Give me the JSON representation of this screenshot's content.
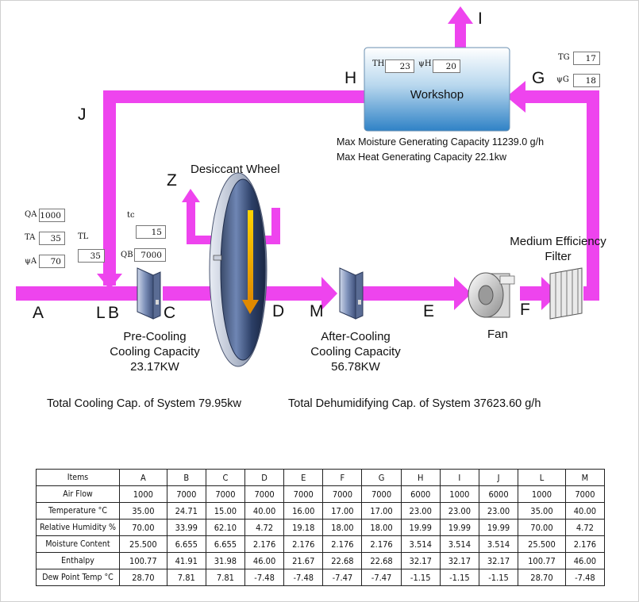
{
  "points": {
    "A": "A",
    "L": "L",
    "B": "B",
    "C": "C",
    "D": "D",
    "M": "M",
    "E": "E",
    "F": "F",
    "G": "G",
    "H": "H",
    "I": "I",
    "J": "J",
    "Z": "Z"
  },
  "workshop": {
    "title": "Workshop",
    "th_label": "TH",
    "th_value": "23",
    "wh_label": "ψH",
    "wh_value": "20",
    "max_moisture": "Max Moisture Generating Capacity 11239.0 g/h",
    "max_heat": "Max Heat Generating Capacity  22.1kw"
  },
  "inputs": {
    "tg_label": "TG",
    "tg_value": "17",
    "wg_label": "ψG",
    "wg_value": "18",
    "qa_label": "QA",
    "qa_value": "1000",
    "ta_label": "TA",
    "ta_value": "35",
    "wa_label": "ψA",
    "wa_value": "70",
    "tl_label": "TL",
    "tl_value": "35",
    "tc_label": "tc",
    "tc_value": "15",
    "qb_label": "QB",
    "qb_value": "7000"
  },
  "components": {
    "desiccant_wheel": "Desiccant Wheel",
    "pre_cooling": [
      "Pre-Cooling",
      "Cooling Capacity",
      "23.17KW"
    ],
    "after_cooling": [
      "After-Cooling",
      "Cooling Capacity",
      "56.78KW"
    ],
    "fan": "Fan",
    "filter": [
      "Medium Efficiency",
      "Filter"
    ]
  },
  "totals": {
    "cooling": "Total Cooling Cap. of System 79.95kw",
    "dehumidifying": "Total Dehumidifying Cap. of System 37623.60 g/h"
  },
  "colors": {
    "duct": "#ee44ee",
    "workshop_top": "#ffffff",
    "workshop_bottom": "#2f82c6"
  },
  "table": {
    "header": [
      "Items",
      "A",
      "B",
      "C",
      "D",
      "E",
      "F",
      "G",
      "H",
      "I",
      "J",
      "L",
      "M"
    ],
    "rows": [
      [
        "Air Flow",
        "1000",
        "7000",
        "7000",
        "7000",
        "7000",
        "7000",
        "7000",
        "6000",
        "1000",
        "6000",
        "1000",
        "7000"
      ],
      [
        "Temperature °C",
        "35.00",
        "24.71",
        "15.00",
        "40.00",
        "16.00",
        "17.00",
        "17.00",
        "23.00",
        "23.00",
        "23.00",
        "35.00",
        "40.00"
      ],
      [
        "Relative Humidity %",
        "70.00",
        "33.99",
        "62.10",
        "4.72",
        "19.18",
        "18.00",
        "18.00",
        "19.99",
        "19.99",
        "19.99",
        "70.00",
        "4.72"
      ],
      [
        "Moisture Content",
        "25.500",
        "6.655",
        "6.655",
        "2.176",
        "2.176",
        "2.176",
        "2.176",
        "3.514",
        "3.514",
        "3.514",
        "25.500",
        "2.176"
      ],
      [
        "Enthalpy",
        "100.77",
        "41.91",
        "31.98",
        "46.00",
        "21.67",
        "22.68",
        "22.68",
        "32.17",
        "32.17",
        "32.17",
        "100.77",
        "46.00"
      ],
      [
        "Dew Point Temp °C",
        "28.70",
        "7.81",
        "7.81",
        "-7.48",
        "-7.48",
        "-7.47",
        "-7.47",
        "-1.15",
        "-1.15",
        "-1.15",
        "28.70",
        "-7.48"
      ]
    ]
  }
}
